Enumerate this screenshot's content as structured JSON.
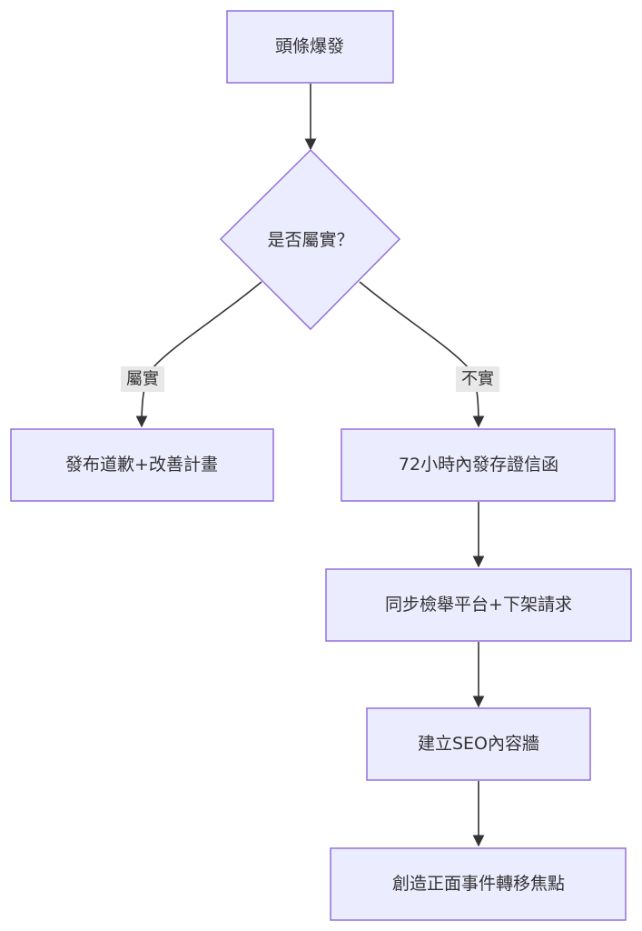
{
  "nodes": {
    "headline": "頭條爆發",
    "decision": "是否屬實？",
    "apology": "發布道歉+改善計畫",
    "letter": "72小時內發存證信函",
    "report": "同步檢舉平台+下架請求",
    "seo": "建立SEO內容牆",
    "event": "創造正面事件轉移焦點"
  },
  "edge_labels": {
    "true": "屬實",
    "false": "不實"
  },
  "colors": {
    "node_fill": "#ECECFF",
    "node_stroke": "#9370DB",
    "edge": "#333333",
    "label_bg": "#E8E8E8"
  }
}
